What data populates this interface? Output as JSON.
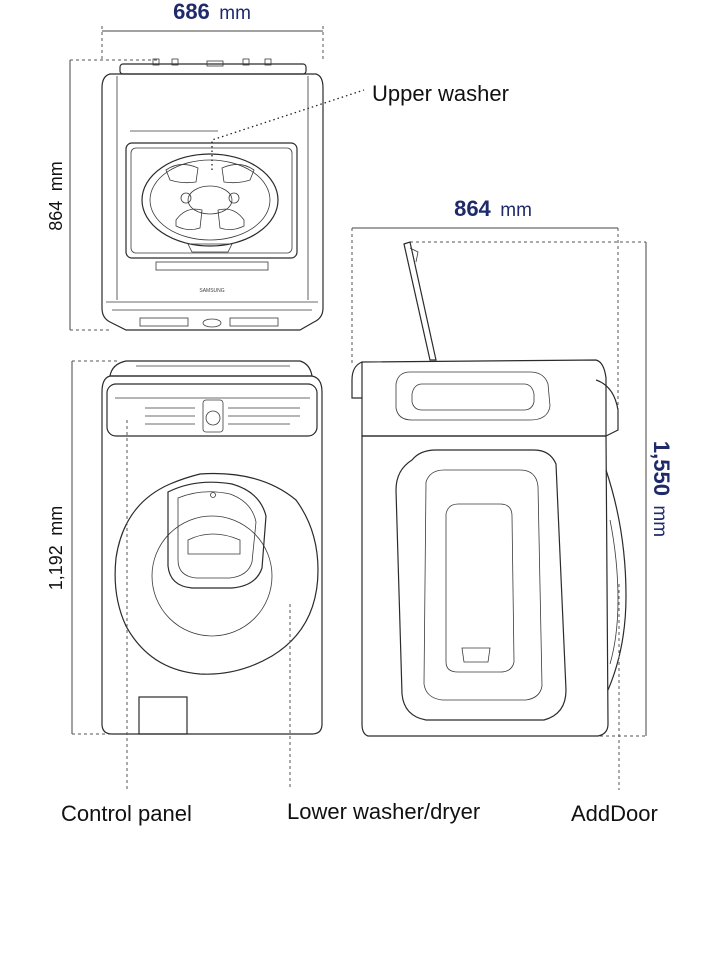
{
  "unit": "mm",
  "dimensions": {
    "top_width": "686",
    "top_height": "864",
    "front_height": "1,192",
    "side_depth": "864",
    "side_height": "1,550"
  },
  "labels": {
    "upper_washer": "Upper washer",
    "control_panel": "Control panel",
    "lower_washer_dryer": "Lower washer/dryer",
    "add_door": "AddDoor"
  },
  "brand": "SAMSUNG",
  "colors": {
    "dimension_text": "#1f2a6b",
    "line_art": "#2b2b2b"
  }
}
